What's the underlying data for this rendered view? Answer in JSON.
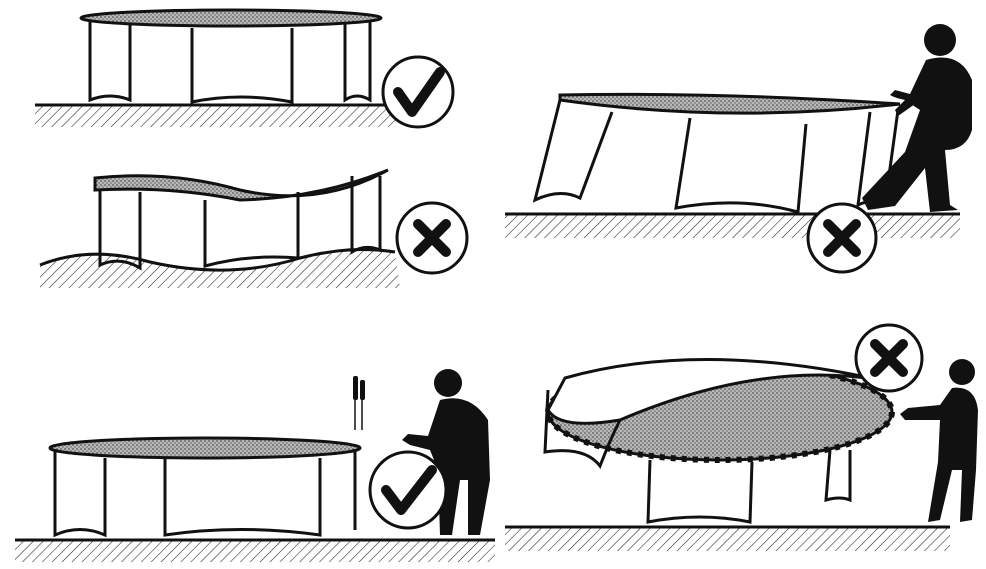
{
  "panels": [
    {
      "id": "level-ground",
      "verdict": "correct"
    },
    {
      "id": "uneven-ground",
      "verdict": "incorrect"
    },
    {
      "id": "dragging-frame",
      "verdict": "incorrect"
    },
    {
      "id": "tools-assembly",
      "verdict": "correct"
    },
    {
      "id": "lifting-by-net",
      "verdict": "incorrect"
    }
  ],
  "colors": {
    "ink": "#111111",
    "paper": "#ffffff",
    "mat": "#9a9a9a"
  },
  "icons": {
    "correct": "check-mark-icon",
    "incorrect": "cross-mark-icon"
  }
}
